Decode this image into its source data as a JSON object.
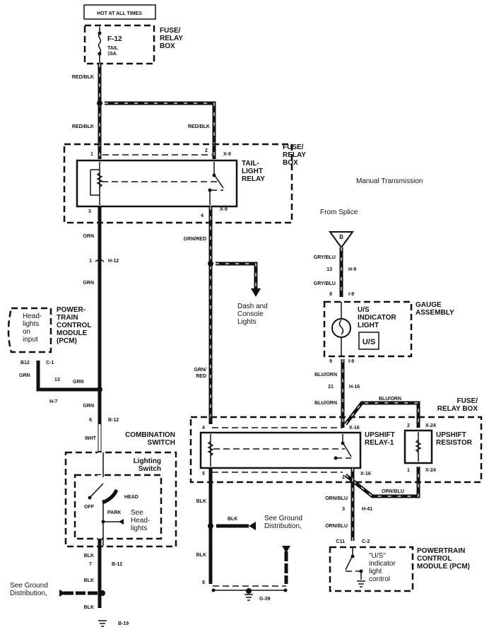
{
  "top_label": "HOT AT ALL TIMES",
  "fuse": {
    "id": "F-12",
    "name": "TAIL",
    "rating": "15A",
    "box_label": [
      "FUSE/",
      "RELAY",
      "BOX"
    ]
  },
  "wires": {
    "red_blk_1": "RED/BLK",
    "red_blk_2": "RED/BLK",
    "grn_1": "GRN",
    "grn_2": "GRN",
    "grn_3": "GRN",
    "grn_4": "GRN",
    "grn_5": "GRN",
    "grn_red_1": "GRN/RED",
    "grn_red_2": [
      "GRN/",
      "RED"
    ],
    "wht": "WHT",
    "blk_1": "BLK",
    "blk_2": "BLK",
    "blk_3": "BLK",
    "blk_4": "BLK",
    "blk_5": "BLK",
    "blk_6": "BLK",
    "gry_blu_1": "GRY/BLU",
    "gry_blu_2": "GRY/BLU",
    "blu_orn_1": "BLU/ORN",
    "blu_orn_2": "BLU/ORN",
    "blu_orn_3": "BLU/ORN",
    "orn_blu_1": "ORN/BLU",
    "orn_blu_2": "ORN/BLU",
    "orn_blu_3": "ORN/BLU"
  },
  "relay_box_1": {
    "label": [
      "FUSE/",
      "RELAY",
      "BOX"
    ],
    "relay": [
      "TAIL-",
      "LIGHT",
      "RELAY"
    ],
    "pins": {
      "p1": "1",
      "p2": "2",
      "p3": "3",
      "p4": "4"
    },
    "conn_top": "X-9",
    "conn_bot": "X-9"
  },
  "connectors": {
    "h12": {
      "pin": "1",
      "id": "H-12"
    },
    "c1": {
      "pin": "B12",
      "id": "C-1"
    },
    "h7": {
      "pin": "13",
      "id": "H-7"
    },
    "b12a": {
      "pin": "6",
      "id": "B-12"
    },
    "b12b": {
      "pin": "7",
      "id": "B-12"
    },
    "b19": {
      "id": "B-19"
    },
    "h9": {
      "pin": "13",
      "id": "H-9"
    },
    "i9a": {
      "pin": "8",
      "id": "I-9"
    },
    "i9b": {
      "pin": "9",
      "id": "I-9"
    },
    "h16": {
      "pin": "21",
      "id": "H-16"
    },
    "h41": {
      "pin": "3",
      "id": "H-41"
    },
    "c2": {
      "pin": "C11",
      "id": "C-2"
    },
    "g39": {
      "pin": "8",
      "id": "G-39"
    }
  },
  "pcm_left": {
    "inner": [
      "Head-",
      "lights",
      "on",
      "input"
    ],
    "label": [
      "POWER-",
      "TRAIN",
      "CONTROL",
      "MODULE",
      "(PCM)"
    ]
  },
  "dash_lights": [
    "Dash and",
    "Console",
    "Lights"
  ],
  "combination_switch": {
    "label": [
      "COMBINATION",
      "SWITCH"
    ],
    "sub": [
      "Lighting",
      "Switch"
    ],
    "off": "OFF",
    "head": "HEAD",
    "park": "PARK",
    "see": [
      "See",
      "Head-",
      "lights"
    ]
  },
  "ground_left": [
    "See Ground",
    "Distribution,"
  ],
  "ground_mid": [
    "See Ground",
    "Distribution,"
  ],
  "manual_transmission": "Manual Transmission",
  "from_splice": "From Splice",
  "splice_letter": "B",
  "gauge": {
    "label": [
      "GAUGE",
      "ASSEMBLY"
    ],
    "light": [
      "U/S",
      "INDICATOR",
      "LIGHT"
    ],
    "badge": "U/S"
  },
  "relay_box_2": {
    "label": [
      "FUSE/",
      "RELAY BOX"
    ],
    "relay": [
      "UPSHIFT",
      "RELAY-1"
    ],
    "resistor": [
      "UPSHIFT",
      "RESISTOR"
    ],
    "pins": {
      "p1": "1",
      "p2": "2",
      "p4": "4",
      "p5": "5",
      "r2": "2",
      "r1": "1"
    },
    "x16a": "X-16",
    "x16b": "X-16",
    "x24a": "X-24",
    "x24b": "X-24"
  },
  "pcm_right": {
    "inner": [
      "\"U/S\"",
      "indicator",
      "light",
      "control"
    ],
    "label": [
      "POWERTRAIN",
      "CONTROL",
      "MODULE (PCM)"
    ]
  }
}
